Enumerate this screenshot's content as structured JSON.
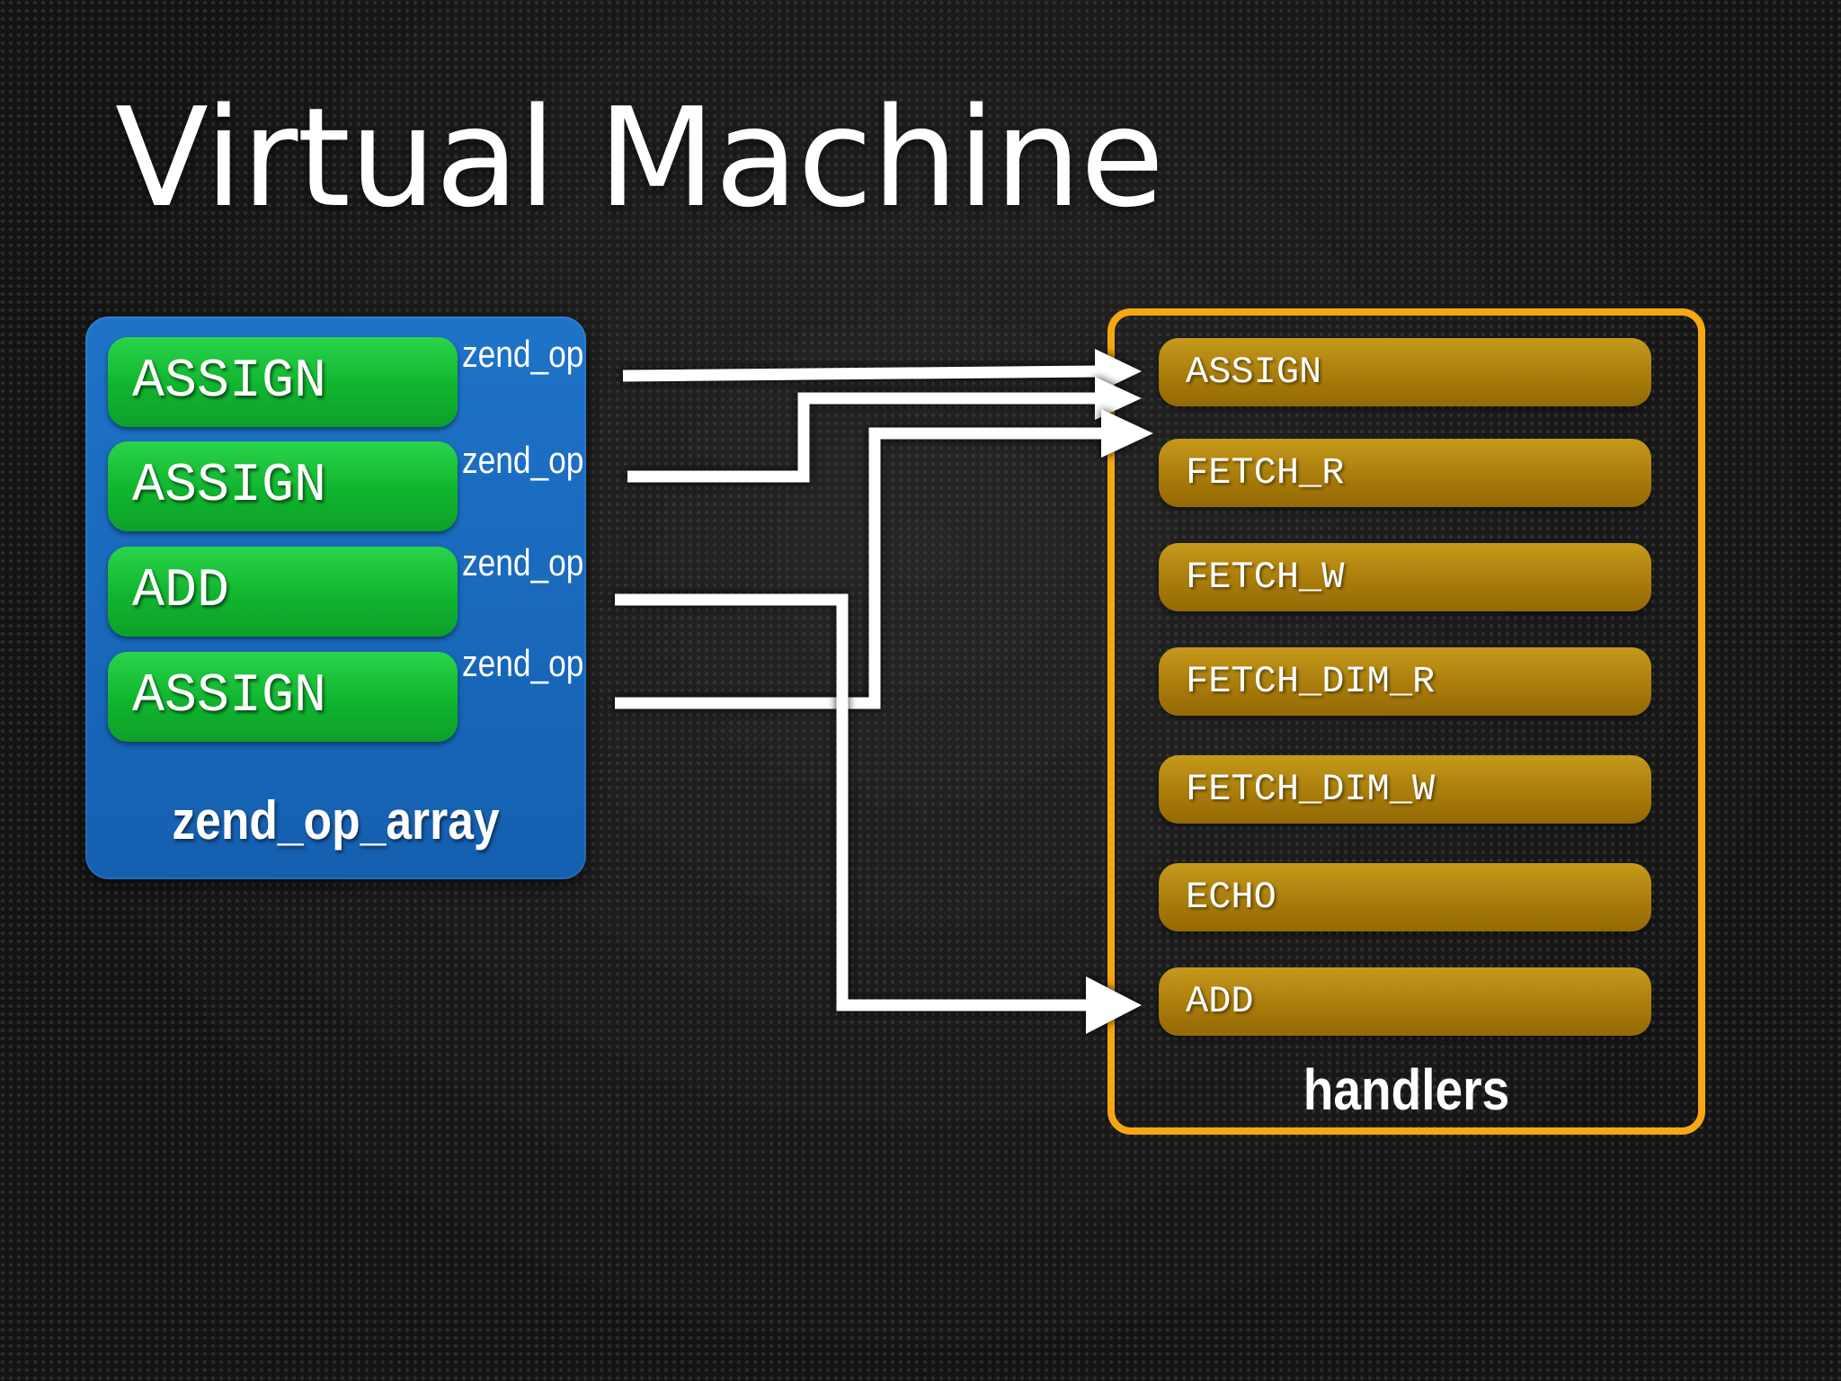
{
  "slide": {
    "title": "Virtual Machine"
  },
  "op_array": {
    "caption": "zend_op_array",
    "ops": [
      {
        "label": "ASSIGN",
        "tag": "zend_op"
      },
      {
        "label": "ASSIGN",
        "tag": "zend_op"
      },
      {
        "label": "ADD",
        "tag": "zend_op"
      },
      {
        "label": "ASSIGN",
        "tag": "zend_op"
      }
    ]
  },
  "handlers": {
    "caption": "handlers",
    "items": [
      {
        "label": "ASSIGN"
      },
      {
        "label": "FETCH_R"
      },
      {
        "label": "FETCH_W"
      },
      {
        "label": "FETCH_DIM_R"
      },
      {
        "label": "FETCH_DIM_W"
      },
      {
        "label": "ECHO"
      },
      {
        "label": "ADD"
      }
    ]
  },
  "arrows": [
    {
      "from": "op_array.ops.0",
      "to": "handlers.items.0"
    },
    {
      "from": "op_array.ops.1",
      "to": "handlers.items.0"
    },
    {
      "from": "op_array.ops.2",
      "to": "handlers.items.6"
    },
    {
      "from": "op_array.ops.3",
      "to": "handlers.items.0"
    }
  ],
  "colors": {
    "op_array_fill": "#1669bf",
    "op_fill": "#15c036",
    "handler_fill": "#b3870f",
    "handlers_border": "#f7a712",
    "arrow": "#ffffff",
    "text": "#ffffff"
  }
}
